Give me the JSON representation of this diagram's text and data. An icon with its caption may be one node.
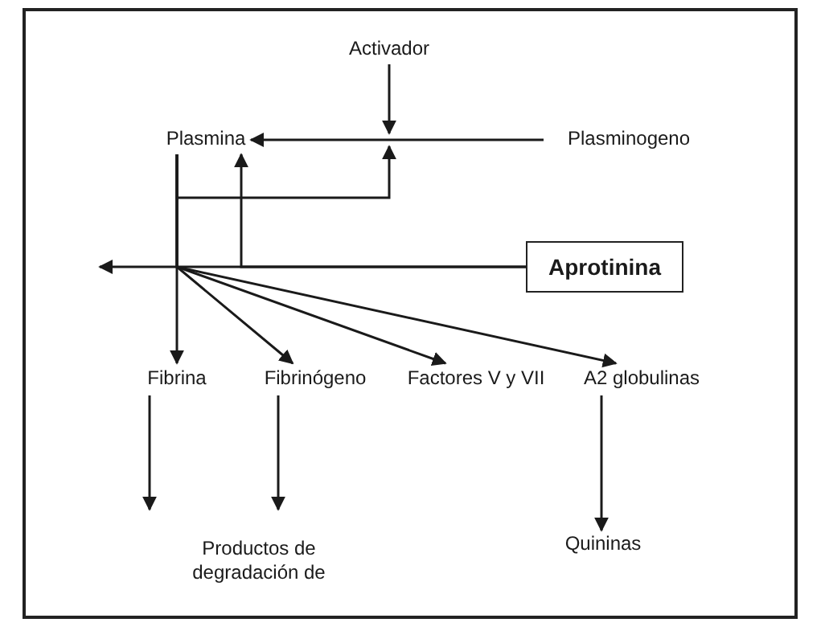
{
  "diagram": {
    "nodes": [
      {
        "text": [
          "Activador"
        ]
      },
      {
        "text": [
          "Plasmina"
        ]
      },
      {
        "text": [
          "Plasminogeno"
        ]
      },
      {
        "text": [
          "Aprotinina"
        ]
      },
      {
        "text": [
          "Fibrina"
        ]
      },
      {
        "text": [
          "Fibrinógeno"
        ]
      },
      {
        "text": [
          "Factores V y VII"
        ]
      },
      {
        "text": [
          "A2 globulinas"
        ]
      },
      {
        "text": [
          "Productos de degradación de"
        ]
      },
      {
        "text": [
          "Quininas"
        ]
      }
    ],
    "edges": [
      {
        "from": 2,
        "to": 1,
        "arrow": "to"
      },
      {
        "from": 0,
        "to": null,
        "arrow": "to"
      },
      {
        "from": 1,
        "to": null,
        "arrow": "to"
      },
      {
        "from": 3,
        "to": null,
        "arrow": "to"
      },
      {
        "from": 3,
        "to": 1,
        "arrow": "to"
      },
      {
        "from": 1,
        "to": 4,
        "arrow": "to"
      },
      {
        "from": 1,
        "to": 5,
        "arrow": "to"
      },
      {
        "from": 1,
        "to": 6,
        "arrow": "to"
      },
      {
        "from": 1,
        "to": 7,
        "arrow": "to"
      },
      {
        "from": 4,
        "to": 8,
        "arrow": "to"
      },
      {
        "from": 5,
        "to": 8,
        "arrow": "to"
      },
      {
        "from": 7,
        "to": 9,
        "arrow": "to"
      }
    ]
  }
}
